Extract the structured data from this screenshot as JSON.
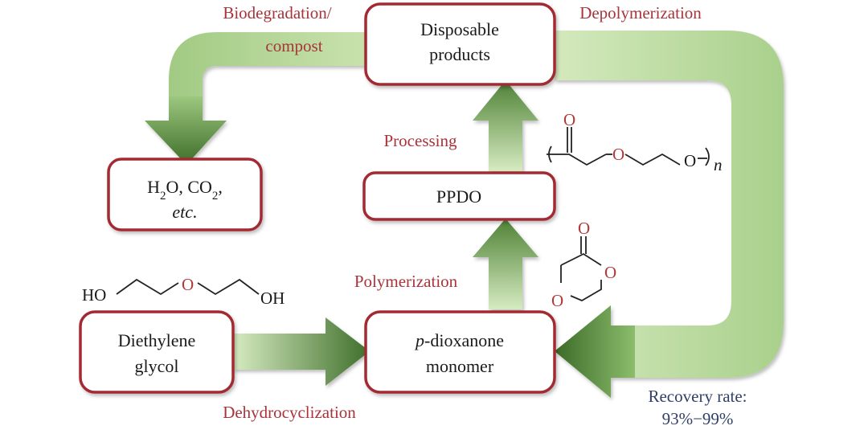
{
  "boxes": {
    "disposable": {
      "line1": "Disposable",
      "line2": "products"
    },
    "waste": {
      "line1_a": "H",
      "line1_sub1": "2",
      "line1_b": "O, CO",
      "line1_sub2": "2",
      "line1_c": ",",
      "line2": "etc."
    },
    "ppdo": {
      "label": "PPDO"
    },
    "diethylene": {
      "line1": "Diethylene",
      "line2": "glycol"
    },
    "monomer": {
      "line1_italic": "p",
      "line1_rest": "-dioxanone",
      "line2": "monomer"
    }
  },
  "process_labels": {
    "biodegradation_1": "Biodegradation/",
    "biodegradation_2": "compost",
    "depolymerization": "Depolymerization",
    "processing": "Processing",
    "polymerization": "Polymerization",
    "dehydrocyclization": "Dehydrocyclization"
  },
  "recovery": {
    "line1": "Recovery rate:",
    "line2": "93%−99%"
  },
  "structures": {
    "deg": {
      "ho": "HO",
      "o": "O",
      "oh": "OH"
    },
    "ppdo_polymer": {
      "carbonyl_o": "O",
      "ether_o": "O",
      "end_o": "O",
      "n": "n"
    },
    "dioxanone": {
      "carbonyl_o": "O",
      "ring_o1": "O",
      "ring_o2": "O"
    }
  },
  "colors": {
    "box_border": "#a32a30",
    "label_text": "#a8343a",
    "arrow_light": "#c6dfa8",
    "arrow_dark": "#3f6f2b",
    "recovery_text": "#2f3f66"
  }
}
